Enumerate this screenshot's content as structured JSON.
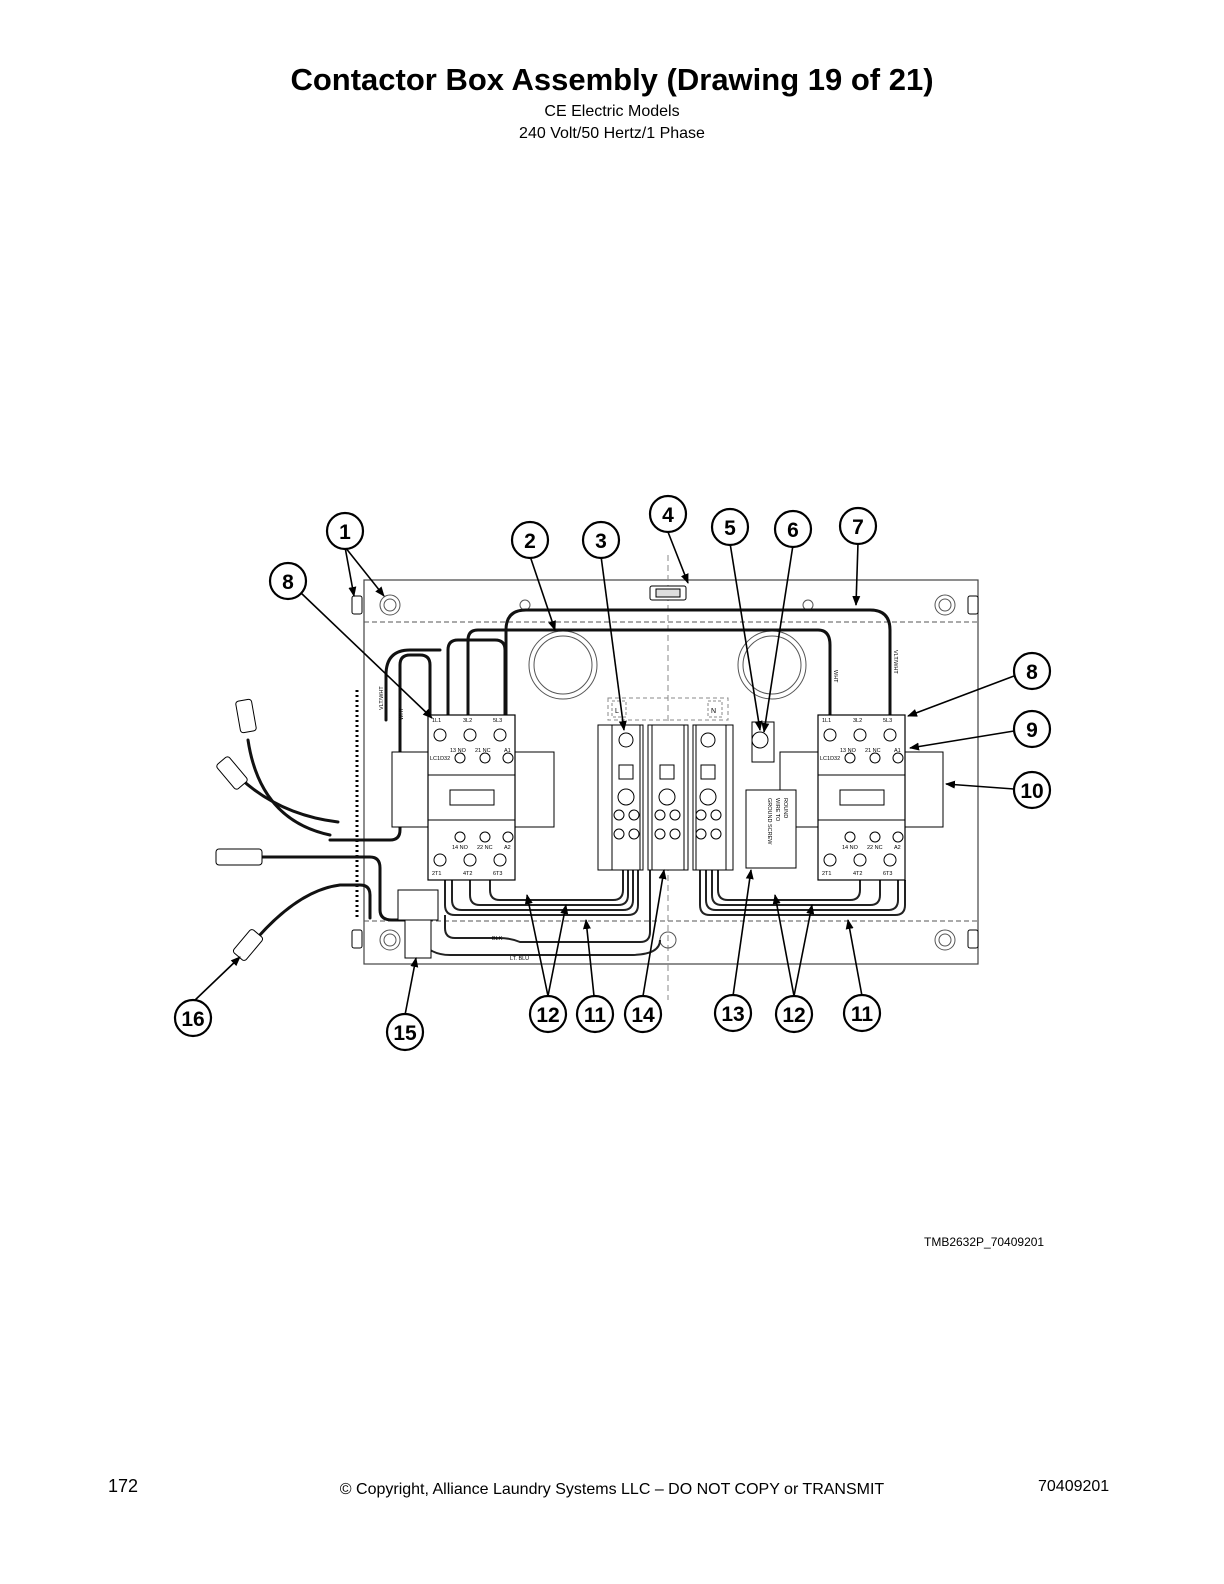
{
  "header": {
    "title": "Contactor Box Assembly (Drawing 19 of 21)",
    "subtitle_1": "CE Electric Models",
    "subtitle_2": "240 Volt/50 Hertz/1 Phase"
  },
  "callouts": [
    "1",
    "2",
    "3",
    "4",
    "5",
    "6",
    "7",
    "8",
    "8",
    "9",
    "10",
    "11",
    "11",
    "12",
    "12",
    "13",
    "14",
    "15",
    "16"
  ],
  "diagram_labels": {
    "contactor_model": "LC1D32",
    "terminal_top": [
      "1L1",
      "3L2",
      "5L3"
    ],
    "aux_top": [
      "13 NO",
      "21 NC",
      "A1"
    ],
    "aux_bottom": [
      "14 NO",
      "22 NC",
      "A2"
    ],
    "terminal_bottom": [
      "2T1",
      "4T2",
      "6T3"
    ],
    "terminal_block_left": "L",
    "terminal_block_right": "N",
    "ground_label_1": "GROUND SCREW",
    "ground_label_2": "WIRE TO",
    "ground_label_3": "ROUND",
    "wire_vlt_wht": "VLT/WHT",
    "wire_wht": "WHT",
    "wire_blk": "BLK",
    "wire_lt_blu": "LT. BLU"
  },
  "footer": {
    "drawing_id": "TMB2632P_70409201",
    "page_number": "172",
    "copyright": "© Copyright, Alliance Laundry Systems LLC – DO NOT COPY or TRANSMIT",
    "doc_number": "70409201"
  }
}
